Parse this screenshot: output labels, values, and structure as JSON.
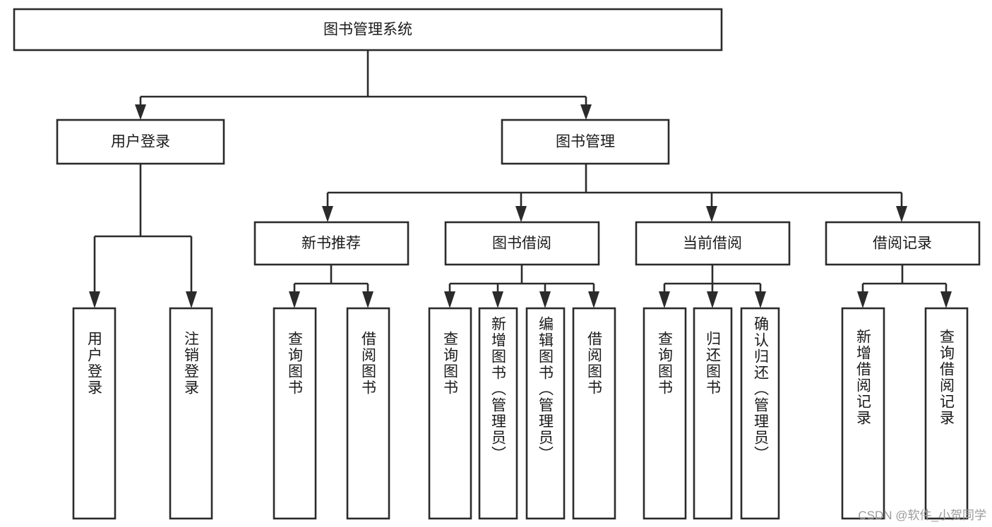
{
  "diagram": {
    "type": "tree-hierarchy",
    "title": "图书管理系统",
    "orientation": "top-down",
    "watermark": "CSDN @软件_小贺同学",
    "levels": {
      "level1": [
        {
          "id": "root",
          "label": "图书管理系统",
          "text_orientation": "horizontal"
        }
      ],
      "level2": [
        {
          "id": "user-login",
          "label": "用户登录",
          "text_orientation": "horizontal",
          "parent": "root"
        },
        {
          "id": "book-manage",
          "label": "图书管理",
          "text_orientation": "horizontal",
          "parent": "root"
        }
      ],
      "level3": [
        {
          "id": "new-book-rec",
          "label": "新书推荐",
          "text_orientation": "horizontal",
          "parent": "book-manage"
        },
        {
          "id": "book-borrow",
          "label": "图书借阅",
          "text_orientation": "horizontal",
          "parent": "book-manage"
        },
        {
          "id": "current-borrow",
          "label": "当前借阅",
          "text_orientation": "horizontal",
          "parent": "book-manage"
        },
        {
          "id": "borrow-record",
          "label": "借阅记录",
          "text_orientation": "horizontal",
          "parent": "book-manage"
        }
      ],
      "level4": [
        {
          "id": "leaf-user-login",
          "label": "用户登录",
          "text_orientation": "vertical",
          "parent": "user-login"
        },
        {
          "id": "leaf-user-logout",
          "label": "注销登录",
          "text_orientation": "vertical",
          "parent": "user-login"
        },
        {
          "id": "leaf-query-book-1",
          "label": "查询图书",
          "text_orientation": "vertical",
          "parent": "new-book-rec"
        },
        {
          "id": "leaf-borrow-book-1",
          "label": "借阅图书",
          "text_orientation": "vertical",
          "parent": "new-book-rec"
        },
        {
          "id": "leaf-query-book-2",
          "label": "查询图书",
          "text_orientation": "vertical",
          "parent": "book-borrow"
        },
        {
          "id": "leaf-add-book",
          "label": "新增图书（管理员）",
          "text_orientation": "vertical",
          "parent": "book-borrow"
        },
        {
          "id": "leaf-edit-book",
          "label": "编辑图书（管理员）",
          "text_orientation": "vertical",
          "parent": "book-borrow"
        },
        {
          "id": "leaf-borrow-book-2",
          "label": "借阅图书",
          "text_orientation": "vertical",
          "parent": "book-borrow"
        },
        {
          "id": "leaf-query-book-3",
          "label": "查询图书",
          "text_orientation": "vertical",
          "parent": "current-borrow"
        },
        {
          "id": "leaf-return-book",
          "label": "归还图书",
          "text_orientation": "vertical",
          "parent": "current-borrow"
        },
        {
          "id": "leaf-confirm-return",
          "label": "确认归还（管理员）",
          "text_orientation": "vertical",
          "parent": "current-borrow"
        },
        {
          "id": "leaf-add-record",
          "label": "新增借阅记录",
          "text_orientation": "vertical",
          "parent": "borrow-record"
        },
        {
          "id": "leaf-query-record",
          "label": "查询借阅记录",
          "text_orientation": "vertical",
          "parent": "borrow-record"
        }
      ]
    },
    "colors": {
      "box_stroke": "#2b2b2b",
      "box_fill": "#ffffff",
      "text": "#1a1a1a",
      "connector": "#2b2b2b",
      "background": "#ffffff",
      "watermark": "#9a9a9a"
    }
  }
}
